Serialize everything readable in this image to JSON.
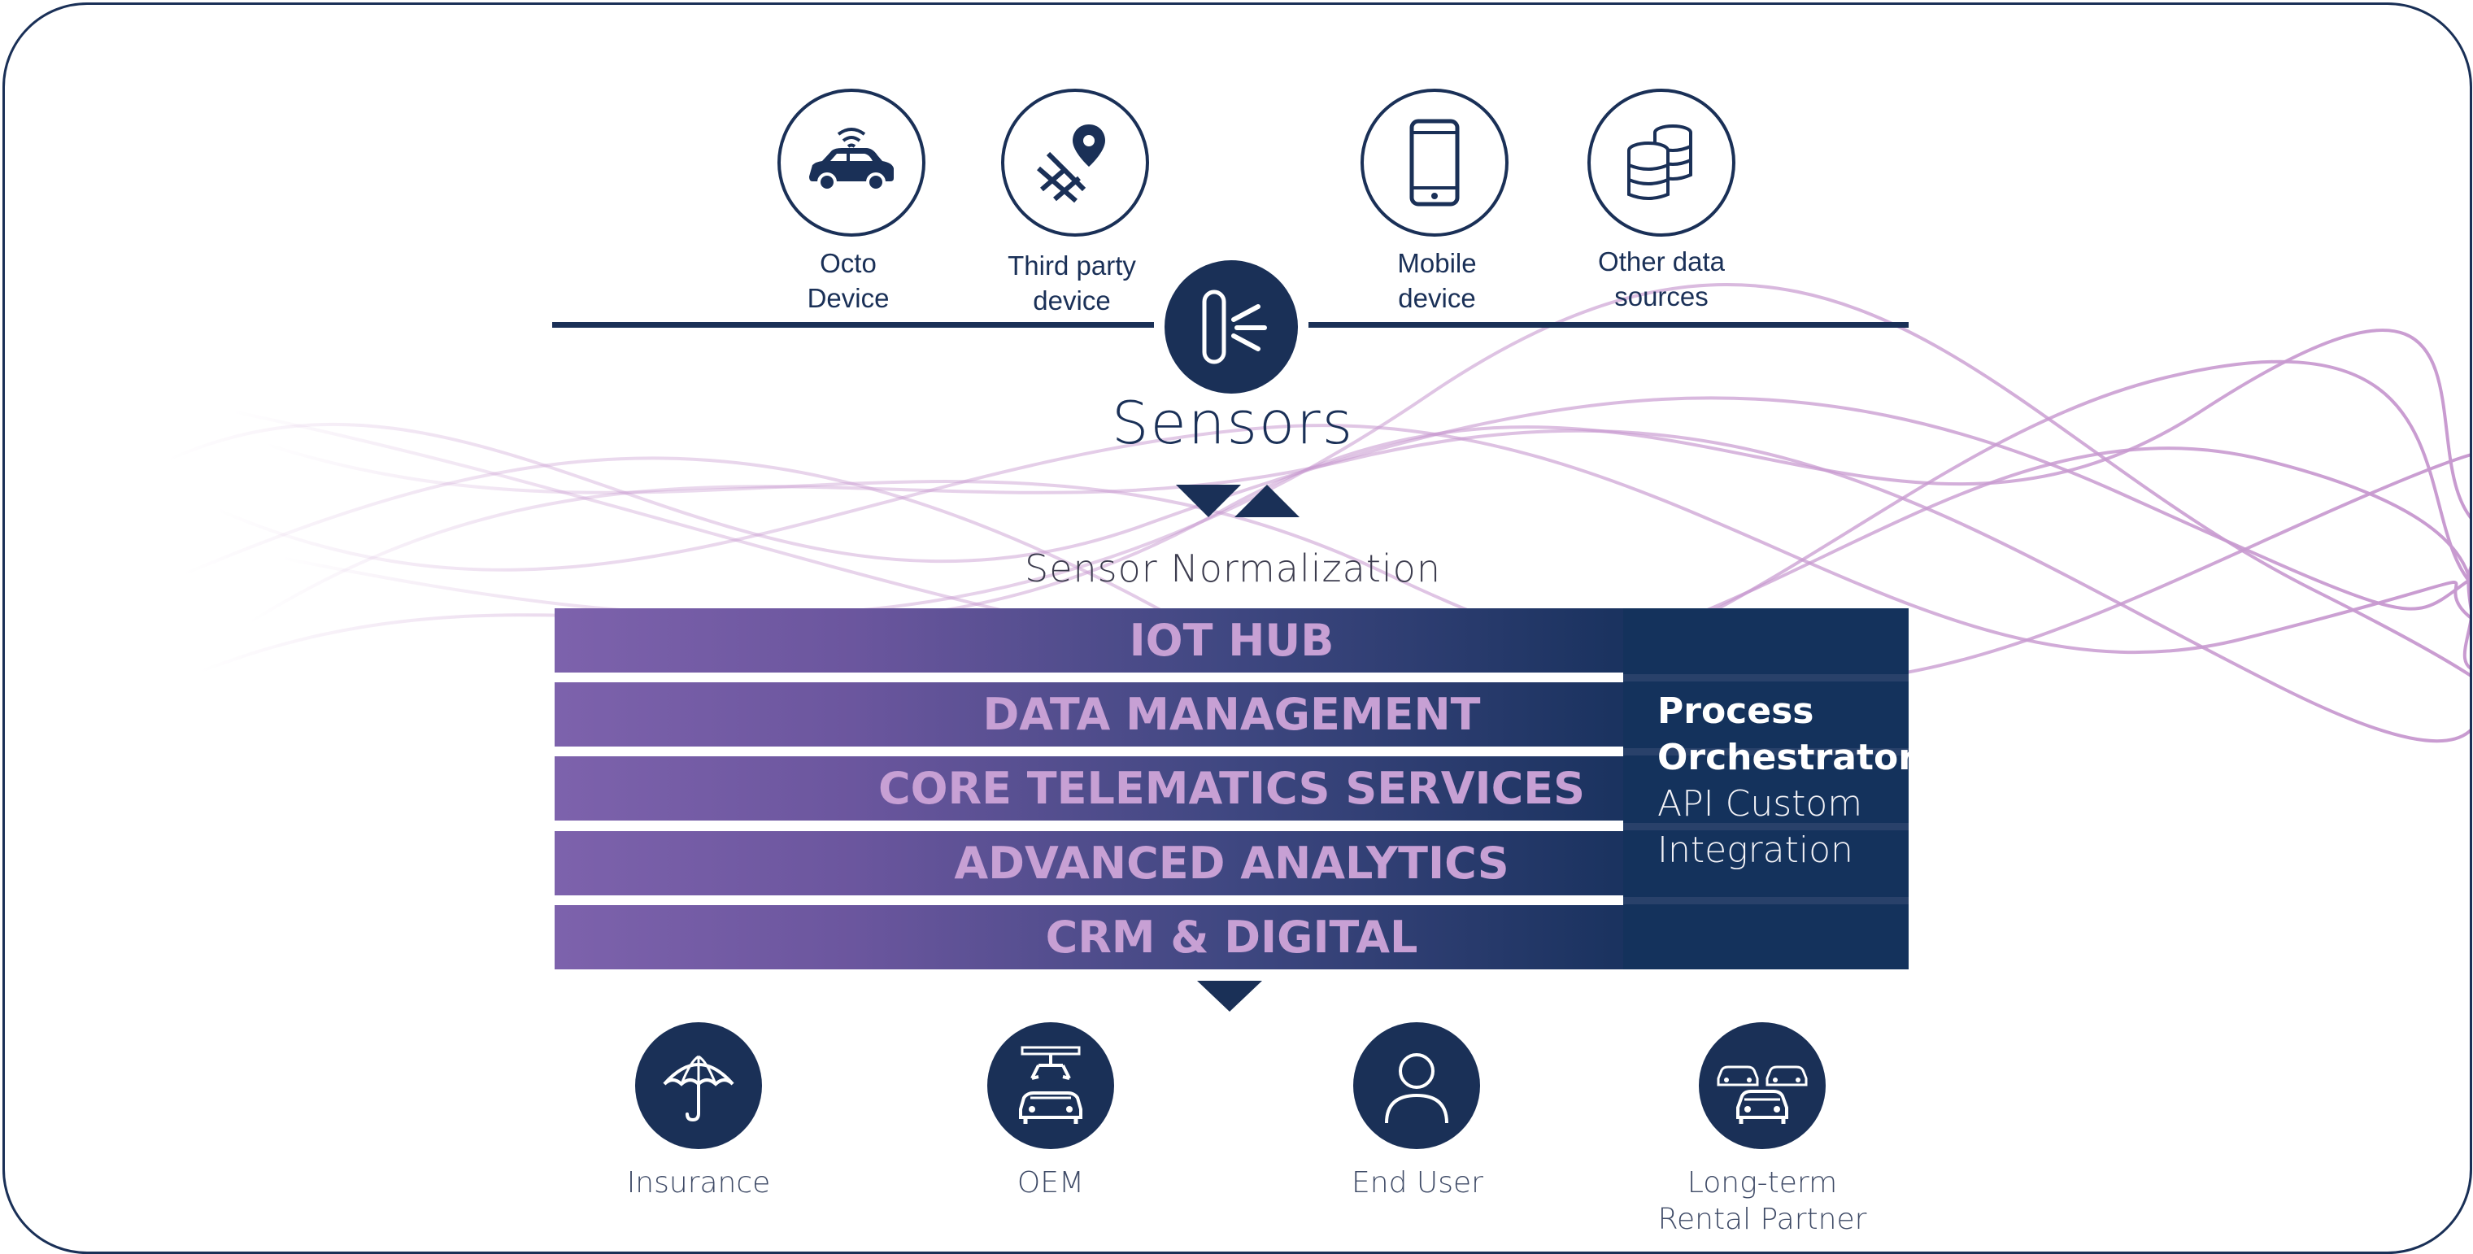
{
  "sources": [
    {
      "icon": "car-wifi-icon",
      "lines": [
        "Octo",
        "Device"
      ]
    },
    {
      "icon": "map-pin-road-icon",
      "lines": [
        "Third party",
        "device"
      ]
    },
    {
      "icon": "smartphone-icon",
      "lines": [
        "Mobile",
        "device"
      ]
    },
    {
      "icon": "database-icon",
      "lines": [
        "Other data",
        "sources"
      ]
    }
  ],
  "hub": {
    "icon": "sensor-signal-icon",
    "title": "Sensors"
  },
  "normalization_label": "Sensor Normalization",
  "layers": [
    "IOT HUB",
    "DATA MANAGEMENT",
    "CORE TELEMATICS SERVICES",
    "ADVANCED ANALYTICS",
    "CRM & DIGITAL"
  ],
  "orchestrator": {
    "title_lines": [
      "Process",
      "Orchestrator"
    ],
    "sub_lines": [
      "API Custom",
      "Integration"
    ]
  },
  "customers": [
    {
      "icon": "umbrella-icon",
      "lines": [
        "Insurance"
      ]
    },
    {
      "icon": "robot-arm-car-icon",
      "lines": [
        "OEM"
      ]
    },
    {
      "icon": "user-icon",
      "lines": [
        "End User"
      ]
    },
    {
      "icon": "car-fleet-icon",
      "lines": [
        "Long-term",
        "Rental Partner"
      ]
    }
  ],
  "colors": {
    "navy": "#1a3057",
    "bar_start": "#7d62ac",
    "bar_end": "#14325c",
    "bar_text": "#c7a0d4",
    "wave": "#c89ad0"
  }
}
